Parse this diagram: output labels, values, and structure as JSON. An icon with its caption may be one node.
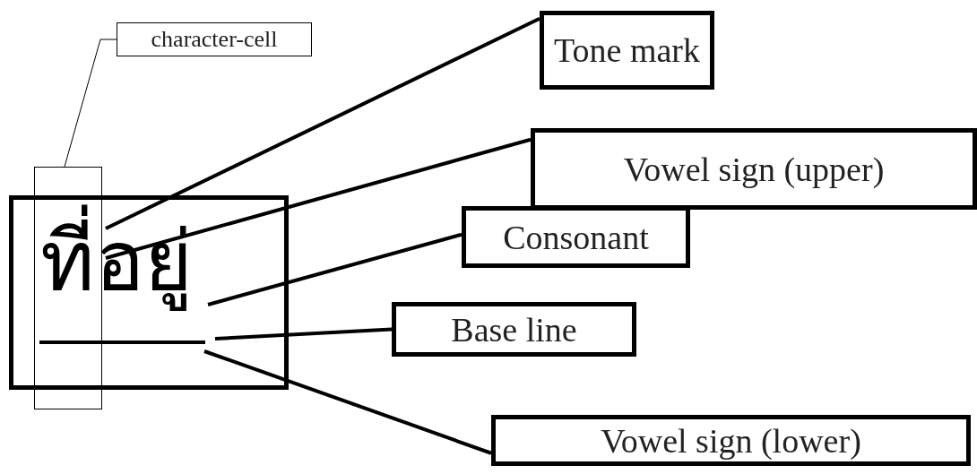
{
  "diagram": {
    "nodes": [
      {
        "text": [
          "ที่อยู่"
        ]
      },
      {
        "text": [
          "character-cell"
        ]
      },
      {
        "text": [],
        "shape": "box"
      },
      {
        "text": [
          "Tone mark"
        ]
      },
      {
        "text": [
          "Vowel sign (upper)"
        ]
      },
      {
        "text": [
          "Consonant"
        ]
      },
      {
        "text": [
          "Base line"
        ]
      },
      {
        "text": [
          "Vowel sign (lower)"
        ]
      }
    ],
    "edges": [
      {
        "from": 1,
        "to": 2,
        "arrow": "none"
      },
      {
        "from": 3,
        "to": 0,
        "arrow": "none"
      },
      {
        "from": 4,
        "to": 0,
        "arrow": "none"
      },
      {
        "from": 5,
        "to": 0,
        "arrow": "none"
      },
      {
        "from": 6,
        "to": 0,
        "arrow": "none"
      },
      {
        "from": 7,
        "to": 0,
        "arrow": "none"
      }
    ]
  }
}
